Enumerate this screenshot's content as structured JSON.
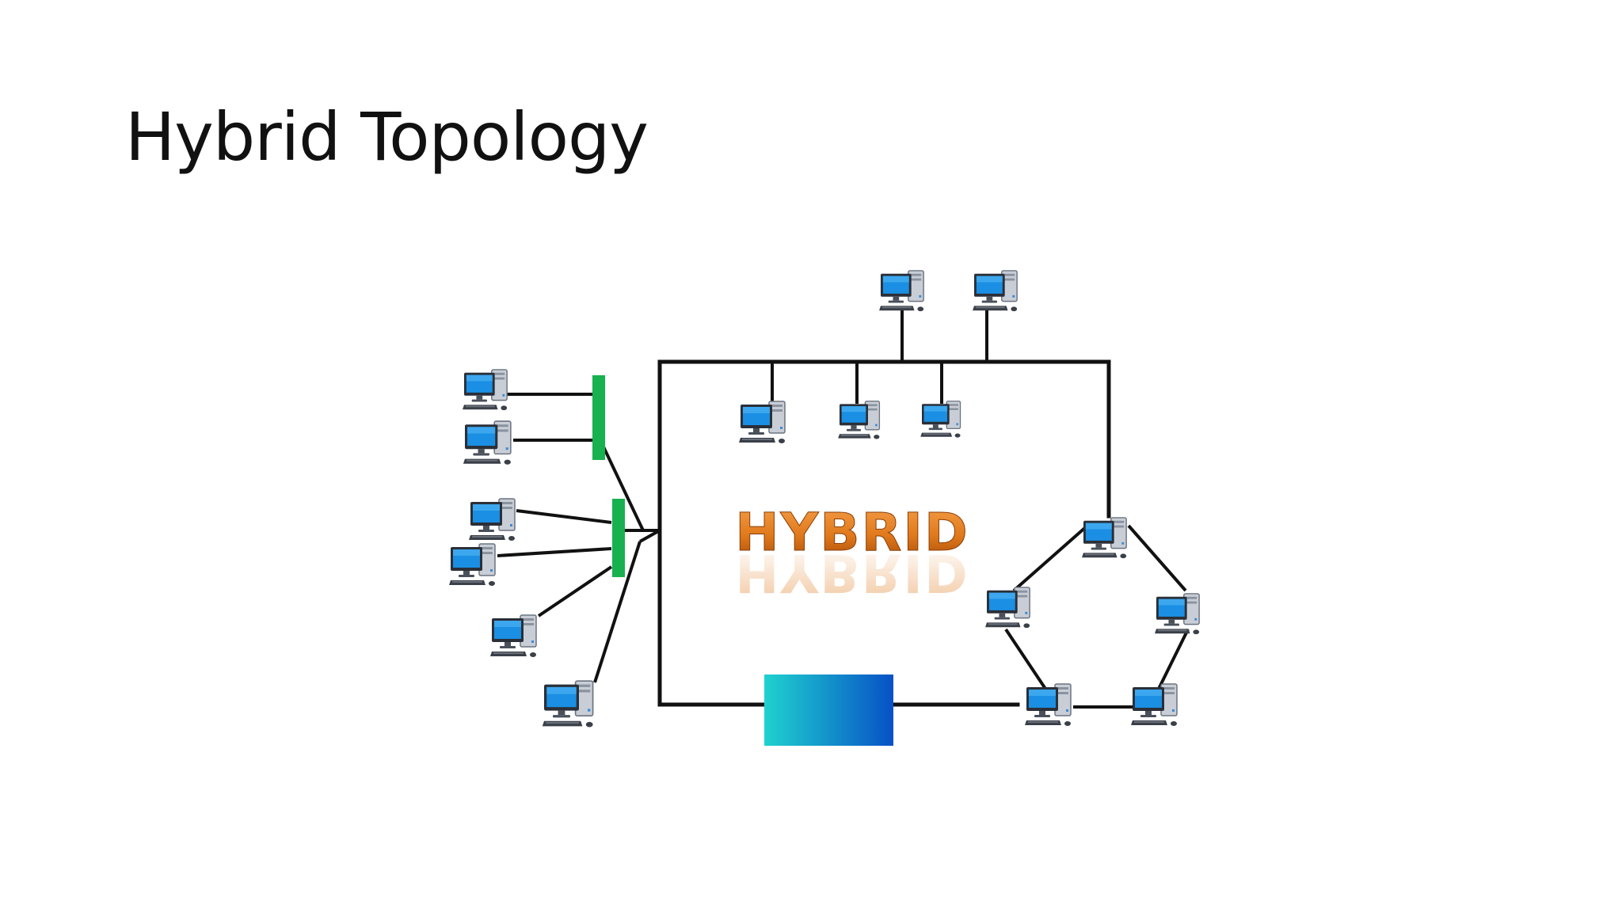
{
  "slide": {
    "title": "Hybrid Topology"
  },
  "diagram": {
    "center_label": "HYBRID",
    "colors": {
      "cable": "#111111",
      "hub": "#17b14f",
      "label_orange": "#e0791c",
      "label_orange_dark": "#a84b08",
      "switch_gradient_start": "#1fd2cf",
      "switch_gradient_end": "#0751c6",
      "monitor_screen": "#1a8fe3",
      "monitor_frame": "#2a2f38",
      "tower": "#c7ccd4"
    },
    "icons": {
      "computer": "desktop-computer-icon",
      "hub": "hub-bar-icon",
      "switch": "switch-box-icon"
    },
    "groups": {
      "star_left_computers": 6,
      "bus_top_computers": 5,
      "ring_right_computers": 5
    }
  }
}
